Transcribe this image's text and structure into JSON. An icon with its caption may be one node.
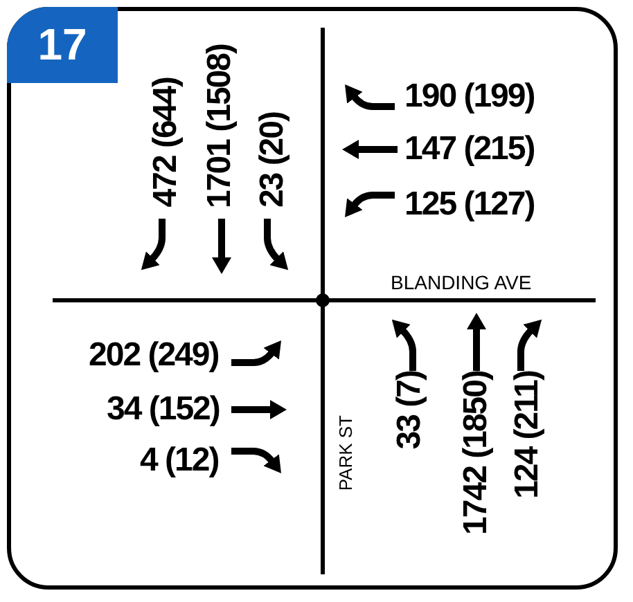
{
  "diagram": {
    "labels": [
      "17",
      "472 (644)",
      "1701 (1508)",
      "23 (20)",
      "190 (199)",
      "147 (215)",
      "125 (127)",
      "BLANDING AVE",
      "202 (249)",
      "34 (152)",
      "4 (12)",
      "PARK ST",
      "33 (7)",
      "1742 (1850)",
      "124 (211)"
    ]
  }
}
